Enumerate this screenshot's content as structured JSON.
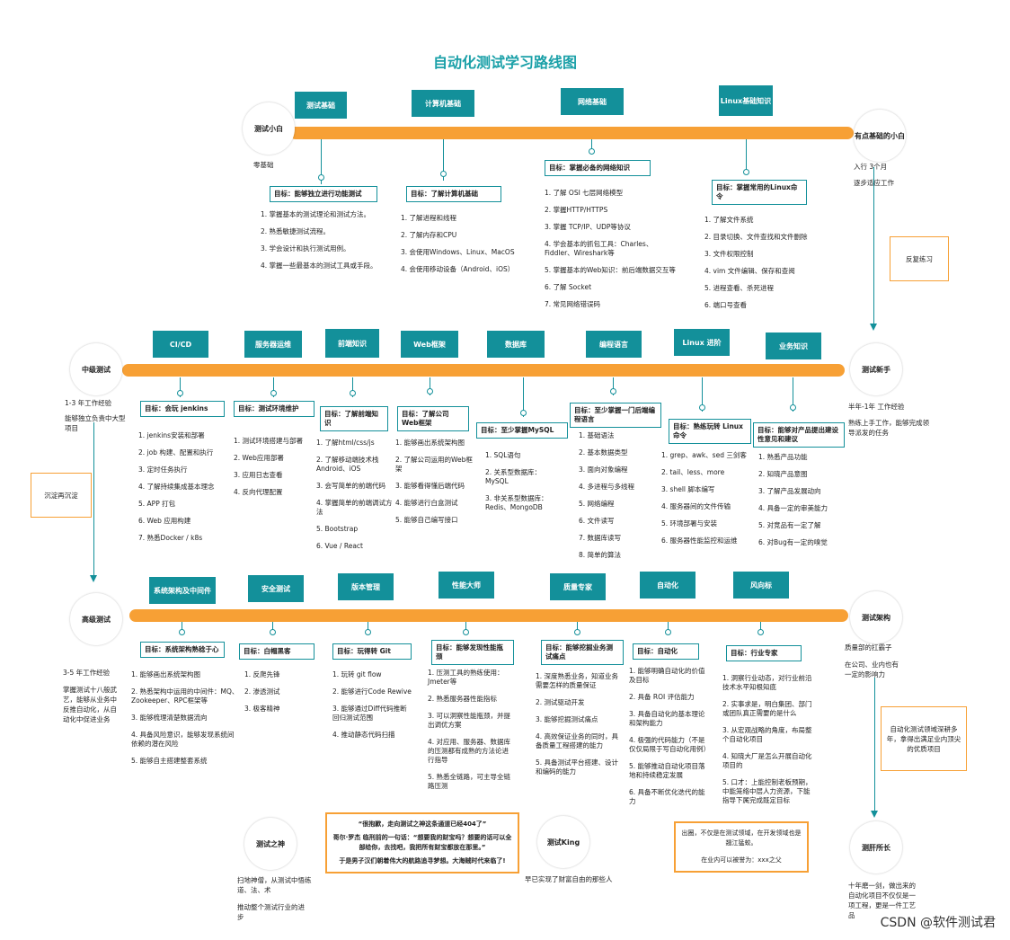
{
  "title": "自动化测试学习路线图",
  "stages": {
    "s1": {
      "name": "测试小白",
      "end": "有点基础的小白",
      "left_note": "零基础",
      "right_note": [
        "入行 3个月",
        "逐步适应工作"
      ]
    },
    "s2": {
      "name": "中级测试",
      "end": "测试新手",
      "left_note": [
        "1-3 年工作经验",
        "能够独立负责中大型项目"
      ],
      "right_note": [
        "半年-1年 工作经验",
        "熟练上手工作，能够完成领导派发的任务"
      ]
    },
    "s3": {
      "name": "高级测试",
      "end": "测试架构",
      "left_note": [
        "3-5 年工作经验",
        "掌握测试十八般武艺，能够从业务中反推自动化，从自动化中促进业务"
      ],
      "right_note": [
        "质量部的扛霸子",
        "在公司、业内也有一定的影响力"
      ]
    },
    "s4": {
      "name": "测试之神",
      "king": "测试King",
      "end": "测肝所长",
      "left_note": [
        "扫地神僧，从测试中悟练道、法、术",
        "推动整个测试行业的进步"
      ],
      "king_note": "早已实现了财富自由的那些人",
      "right_note": "十年磨一剑，做出来的自动化项目不仅仅是一项工程，更是一件工艺品"
    }
  },
  "side_boxes": {
    "practice": "反复练习",
    "settle": "沉淀再沉淀",
    "expert": "自动化测试领域深耕多年，拿得出满足业内顶尖的优质项目"
  },
  "row1": [
    {
      "topic": "测试基础",
      "goal": "目标：能够独立进行功能测试",
      "items": [
        "1. 掌握基本的测试理论和测试方法。",
        "2. 熟悉敏捷测试流程。",
        "3. 学会设计和执行测试用例。",
        "4. 掌握一些最基本的测试工具或手段。"
      ]
    },
    {
      "topic": "计算机基础",
      "goal": "目标：了解计算机基础",
      "items": [
        "1. 了解进程和线程",
        "2. 了解内存和CPU",
        "3. 会使用Windows、Linux、MacOS",
        "4. 会使用移动设备（Android、iOS）"
      ]
    },
    {
      "topic": "网络基础",
      "goal": "目标：掌握必备的网络知识",
      "items": [
        "1. 了解 OSI 七层网络模型",
        "2. 掌握HTTP/HTTPS",
        "3. 掌握 TCP/IP、UDP等协议",
        "4. 学会基本的抓包工具：Charles、Fiddler、Wireshark等",
        "5. 掌握基本的Web知识：前后端数据交互等",
        "6. 了解 Socket",
        "7. 常见网络错误码"
      ]
    },
    {
      "topic": "Linux基础知识",
      "goal": "目标：掌握常用的Linux命令",
      "items": [
        "1. 了解文件系统",
        "2. 目录切换、文件查找和文件删除",
        "3. 文件权限控制",
        "4. vim 文件编辑、保存和查阅",
        "5. 进程查看、杀死进程",
        "6. 端口号查看"
      ]
    }
  ],
  "row2": [
    {
      "topic": "CI/CD",
      "goal": "目标：会玩 jenkins",
      "items": [
        "1. jenkins安装和部署",
        "2. job 构建、配置和执行",
        "3. 定时任务执行",
        "4. 了解持续集成基本理念",
        "5. APP 打包",
        "6. Web 应用构建",
        "7. 熟悉Docker / k8s"
      ]
    },
    {
      "topic": "服务器运维",
      "goal": "目标：测试环境维护",
      "items": [
        "1. 测试环境搭建与部署",
        "2. Web应用部署",
        "3. 应用日志查看",
        "4. 反向代理配置"
      ]
    },
    {
      "topic": "前端知识",
      "goal": "目标：了解前端知识",
      "items": [
        "1. 了解html/css/js",
        "2. 了解移动端技术栈 Android、iOS",
        "3. 会写简单的前端代码",
        "4. 掌握简单的前端调试方法",
        "5. Bootstrap",
        "6. Vue / React"
      ]
    },
    {
      "topic": "Web框架",
      "goal": "目标：了解公司Web框架",
      "items": [
        "1. 能够画出系统架构图",
        "2. 了解公司运用的Web框架",
        "3. 能够看得懂后端代码",
        "4. 能够进行白盒测试",
        "5. 能够自己编写接口"
      ]
    },
    {
      "topic": "数据库",
      "goal": "目标：至少掌握MySQL",
      "items": [
        "1. SQL语句",
        "2. 关系型数据库：MySQL",
        "3. 非关系型数据库：Redis、MongoDB"
      ]
    },
    {
      "topic": "编程语言",
      "goal": "目标：至少掌握一门后端编程语言",
      "items": [
        "1. 基础语法",
        "2. 基本数据类型",
        "3. 面向对象编程",
        "4. 多进程与多线程",
        "5. 网络编程",
        "6. 文件读写",
        "7. 数据库读写",
        "8. 简单的算法"
      ]
    },
    {
      "topic": "Linux 进阶",
      "goal": "目标：熟练玩转 Linux命令",
      "items": [
        "1. grep、awk、sed 三剑客",
        "2. tail、less、more",
        "3. shell 脚本编写",
        "4. 服务器间的文件传输",
        "5. 环境部署与安装",
        "6. 服务器性能监控和运维"
      ]
    },
    {
      "topic": "业务知识",
      "goal": "目标：能够对产品提出建设性意见和建议",
      "items": [
        "1. 熟悉产品功能",
        "2. 知晓产品意图",
        "3. 了解产品发展动向",
        "4. 具备一定的审美能力",
        "5. 对竞品有一定了解",
        "6. 对Bug有一定的嗅觉"
      ]
    }
  ],
  "row3": [
    {
      "topic": "系统架构及中间件",
      "goal": "目标：系统架构熟稔于心",
      "items": [
        "1. 能够画出系统架构图",
        "2. 熟悉架构中运用的中间件：MQ、Zookeeper、RPC框架等",
        "3. 能够梳理清楚数据流向",
        "4. 具备风险意识，能够发现系统间依赖的潜在风险",
        "5. 能够自主搭建整套系统"
      ]
    },
    {
      "topic": "安全测试",
      "goal": "目标：白帽黑客",
      "items": [
        "1. 反爬先锋",
        "2. 渗透测试",
        "3. 极客精神"
      ]
    },
    {
      "topic": "版本管理",
      "goal": "目标：玩得转 Git",
      "items": [
        "1. 玩转 git flow",
        "2. 能够进行Code Rewive",
        "3. 能够通过Diff代码推断回归测试范围",
        "4. 推动静态代码扫描"
      ]
    },
    {
      "topic": "性能大师",
      "goal": "目标：能够发现性能瓶颈",
      "items": [
        "1. 压测工具的熟练使用：Jmeter等",
        "2. 熟悉服务器性能指标",
        "3. 可以洞察性能瓶颈，并提出调优方案",
        "4. 对应用、服务器、数据库的压测都有成熟的方法论进行指导",
        "5. 熟悉全链路，可主导全链路压测"
      ]
    },
    {
      "topic": "质量专家",
      "goal": "目标：能够挖掘业务测试痛点",
      "items": [
        "1. 深度熟悉业务，知道业务需要怎样的质量保证",
        "2. 测试驱动开发",
        "3. 能够挖掘测试痛点",
        "4. 高效保证业务的同时，具备质量工程搭建的能力",
        "5. 具备测试平台搭建、设计和编码的能力"
      ]
    },
    {
      "topic": "自动化",
      "goal": "目标：自动化",
      "items": [
        "1. 能够明确自动化的价值及目标",
        "2. 具备 ROI 评估能力",
        "3. 具备自动化的基本理论和架构能力",
        "4. 极强的代码能力（不是仅仅局限于写自动化用例）",
        "5. 能够推动自动化项目落地和持续稳定发展",
        "6. 具备不断优化迭代的能力"
      ]
    },
    {
      "topic": "风向标",
      "goal": "目标：行业专家",
      "items": [
        "1. 洞察行业动态，对行业前沿技术水平知根知底",
        "2. 实事求是，明白集团、部门或团队真正需要的是什么",
        "3. 从宏观战略的角度，布局整个自动化项目",
        "4. 知晓大厂是怎么开展自动化项目的",
        "5. 口才：上能控制老板预期，中能笼络中层人力资源，下能指导下属完成既定目标"
      ]
    }
  ],
  "quote1": [
    "“很抱歉，走向测试之神这条通道已经404了”",
    "哥尔·罗杰 临刑前的一句话：“想要我的财宝吗？想要的话可以全部给你，去找吧，我把所有财宝都放在那里。”",
    "于是男子汉们朝着伟大的航路追寻梦想。大海贼时代来临了!"
  ],
  "quote2": [
    "出圈，不仅是在测试领域，在开发领域也是翘江猛蛟。",
    "在业内可以被誉为：xxx之父"
  ],
  "watermark": "CSDN @软件测试君"
}
